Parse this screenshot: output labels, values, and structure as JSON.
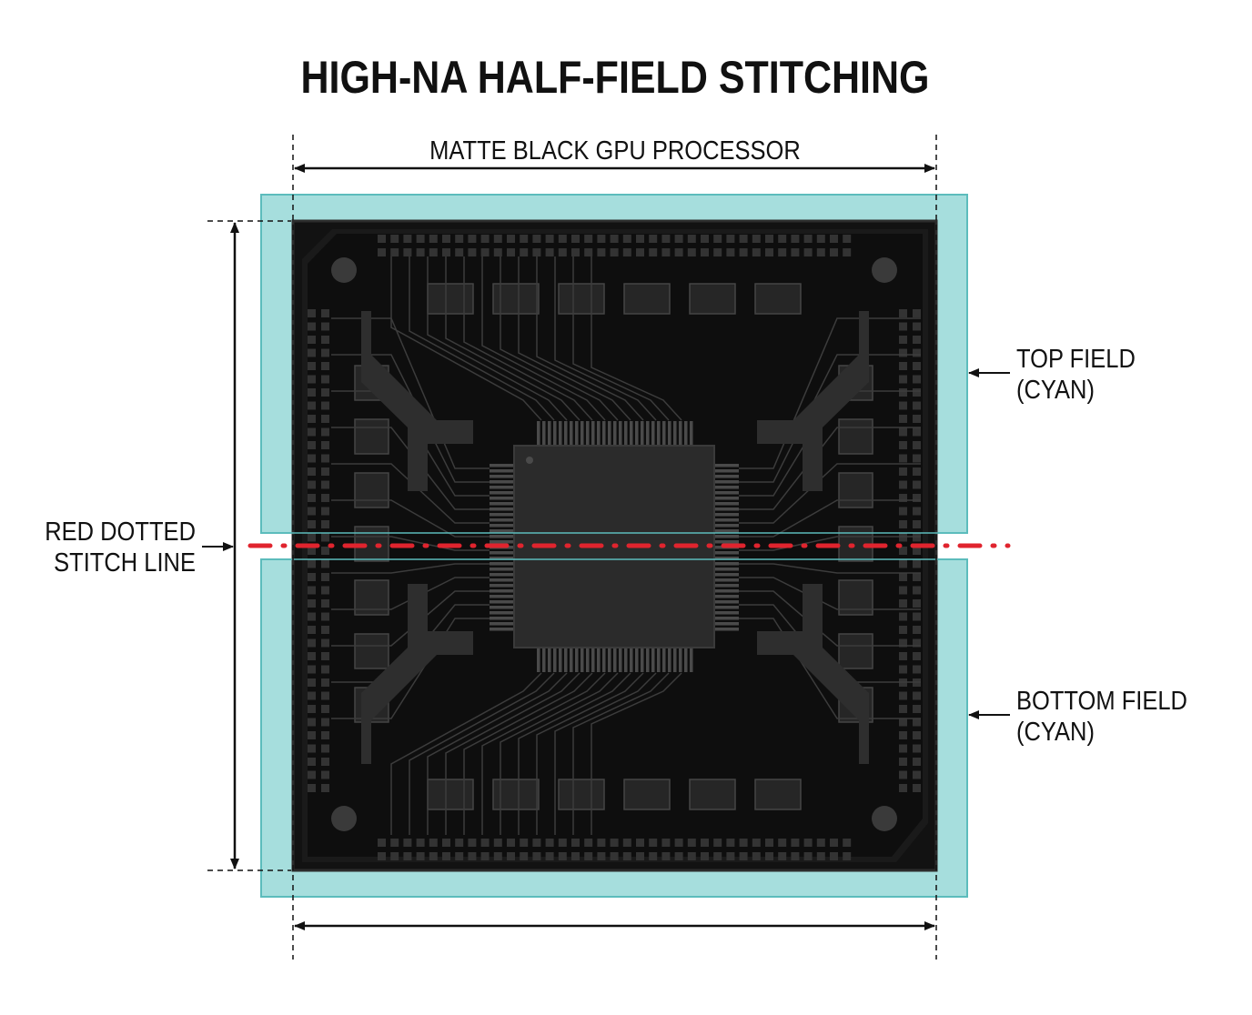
{
  "title": "HIGH-NA HALF-FIELD STITCHING",
  "labels": {
    "width_dimension": "MATTE BLACK GPU PROCESSOR",
    "stitch_line_1": "RED DOTTED",
    "stitch_line_2": "STITCH LINE",
    "top_field_1": "TOP FIELD",
    "top_field_2": "(CYAN)",
    "bottom_field_1": "BOTTOM FIELD",
    "bottom_field_2": "(CYAN)"
  },
  "colors": {
    "field_fill": "#a6dedd",
    "field_stroke": "#5cbcbc",
    "chip": "#121212",
    "chip_inner": "#1c1c1c",
    "pad": "#3a3a3a",
    "stitch_line": "#e0242e"
  }
}
